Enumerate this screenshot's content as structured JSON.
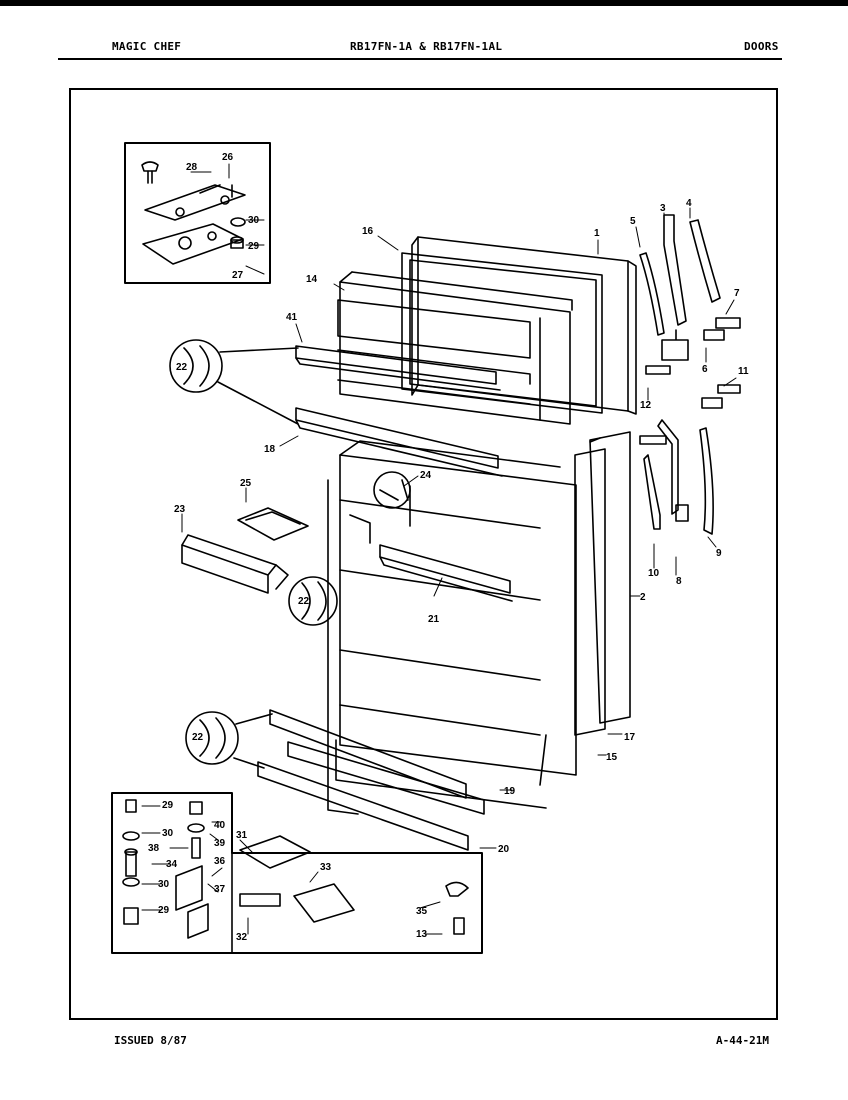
{
  "header": {
    "brand": "MAGIC CHEF",
    "model": "RB17FN-1A & RB17FN-1AL",
    "section": "DOORS"
  },
  "footer": {
    "issued": "ISSUED 8/87",
    "code": "A-44-21M"
  },
  "callouts": [
    "1",
    "2",
    "3",
    "4",
    "5",
    "6",
    "7",
    "8",
    "9",
    "10",
    "11",
    "12",
    "13",
    "14",
    "15",
    "16",
    "17",
    "18",
    "19",
    "20",
    "21",
    "22",
    "23",
    "24",
    "25",
    "26",
    "27",
    "28",
    "29",
    "30",
    "31",
    "32",
    "33",
    "34",
    "35",
    "36",
    "37",
    "38",
    "39",
    "40",
    "41"
  ]
}
